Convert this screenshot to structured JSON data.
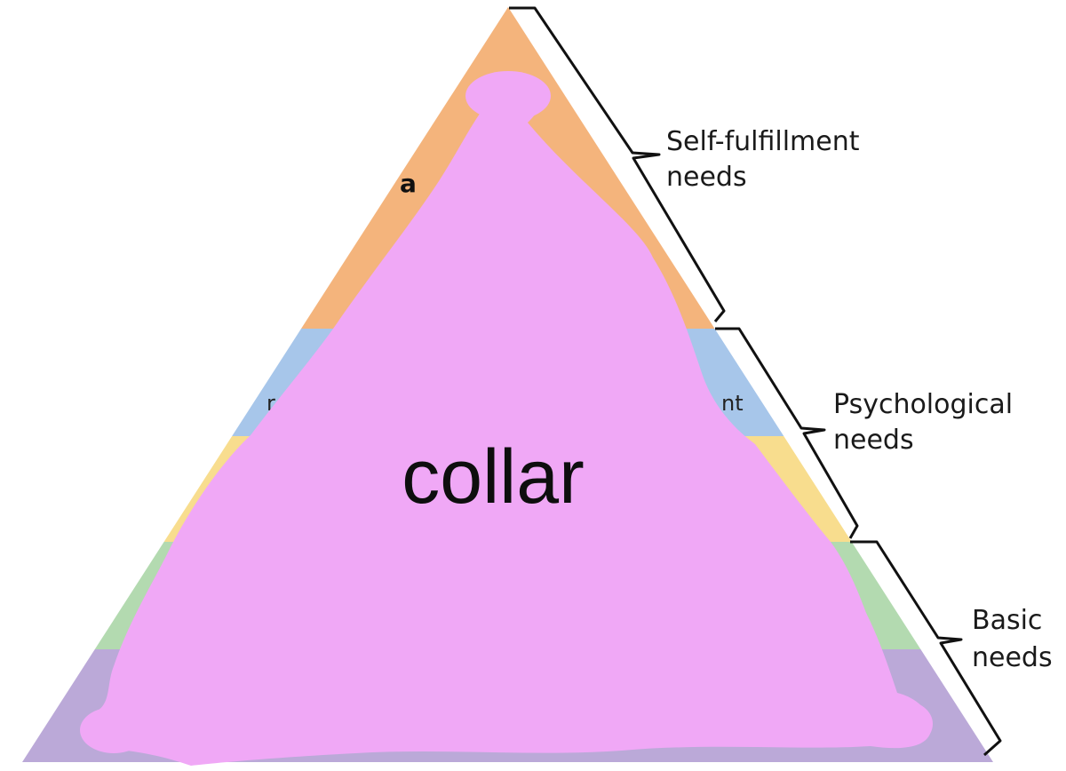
{
  "pyramid": {
    "tiers": [
      {
        "id": "tier-1",
        "color": "#f4b47c"
      },
      {
        "id": "tier-2",
        "color": "#a7c6ea"
      },
      {
        "id": "tier-3",
        "color": "#f8dd8e"
      },
      {
        "id": "tier-4",
        "color": "#b3dab0"
      },
      {
        "id": "tier-5",
        "color": "#bba9d8"
      }
    ],
    "fragments": {
      "top": "a",
      "left": "r",
      "right": "nt"
    }
  },
  "overlay": {
    "word": "collar",
    "color": "#f0a8f6"
  },
  "groups": {
    "self_fulfillment": {
      "line1": "Self-fulfillment",
      "line2": "needs"
    },
    "psychological": {
      "line1": "Psychological",
      "line2": "needs"
    },
    "basic": {
      "line1": "Basic",
      "line2": "needs"
    }
  }
}
